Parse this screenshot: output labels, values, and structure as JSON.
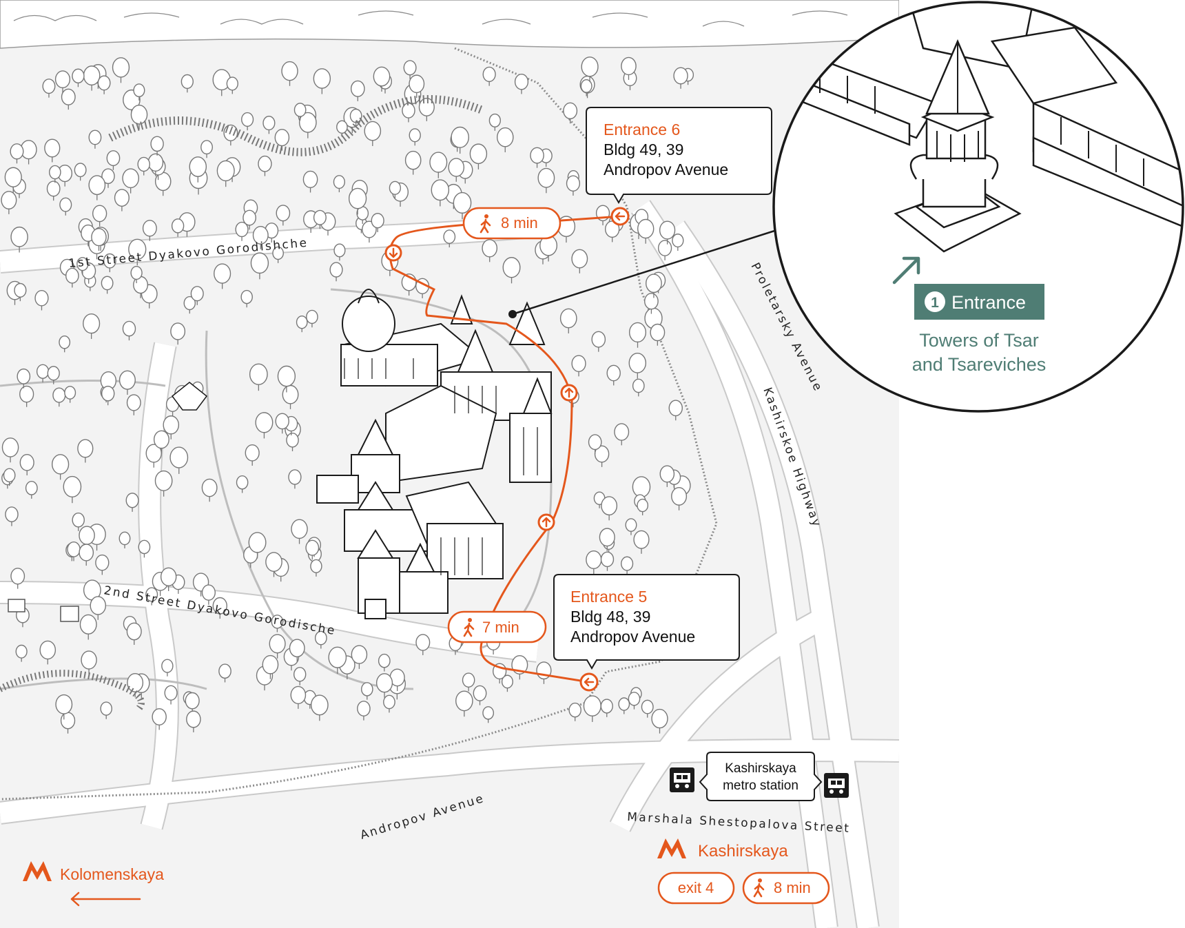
{
  "colors": {
    "route": "#e4571c",
    "entrance_badge": "#4f7d74",
    "entrance_caption": "#4f7d74",
    "map_background": "#f3f3f3",
    "road": "#ffffff",
    "line": "#1a1a1a"
  },
  "streets": {
    "first_street": "1st Street Dyakovo Gorodishche",
    "second_street": "2nd Street Dyakovo Gorodische",
    "andropov": "Andropov Avenue",
    "proletarsky": "Proletarsky Avenue",
    "kashirskoe": "Kashirskoe Highway",
    "marshala": "Marshala Shestopalova Street"
  },
  "entrance6": {
    "title": "Entrance 6",
    "line1": "Bldg 49, 39",
    "line2": "Andropov Avenue",
    "walk_time": "8 min",
    "walk_icon": "pedestrian-icon"
  },
  "entrance5": {
    "title": "Entrance 5",
    "line1": "Bldg 48, 39",
    "line2": "Andropov Avenue",
    "walk_time": "7 min",
    "walk_icon": "pedestrian-icon"
  },
  "inset": {
    "badge_number": "1",
    "badge_label": "Entrance",
    "caption_line1": "Towers of Tsar",
    "caption_line2": "and Tsareviches"
  },
  "bus_stop": {
    "line1": "Kashirskaya",
    "line2": "metro station",
    "icon": "bus-icon"
  },
  "metro_kashirskaya": {
    "name": "Kashirskaya",
    "exit": "exit 4",
    "walk_time": "8 min",
    "icon": "metro-icon"
  },
  "metro_kolomenskaya": {
    "name": "Kolomenskaya",
    "icon": "metro-icon",
    "arrow": "arrow-left-icon"
  }
}
